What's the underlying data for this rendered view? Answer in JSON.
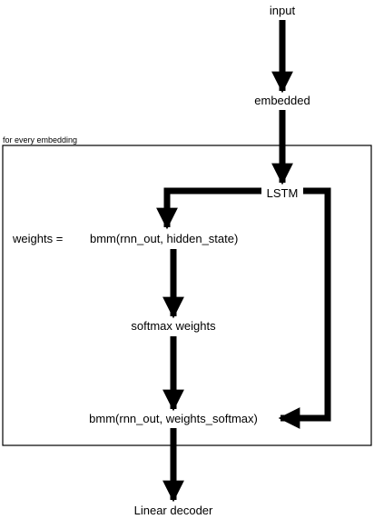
{
  "diagram": {
    "container_label": "for every embedding",
    "nodes": {
      "input": "input",
      "embedded": "embedded",
      "lstm": "LSTM",
      "weights_prefix": "weights =",
      "bmm_hidden": "bmm(rnn_out, hidden_state)",
      "softmax": "softmax weights",
      "bmm_softmax": "bmm(rnn_out, weights_softmax)",
      "decoder": "Linear decoder"
    },
    "colors": {
      "stroke": "#000000",
      "background": "#ffffff"
    }
  }
}
